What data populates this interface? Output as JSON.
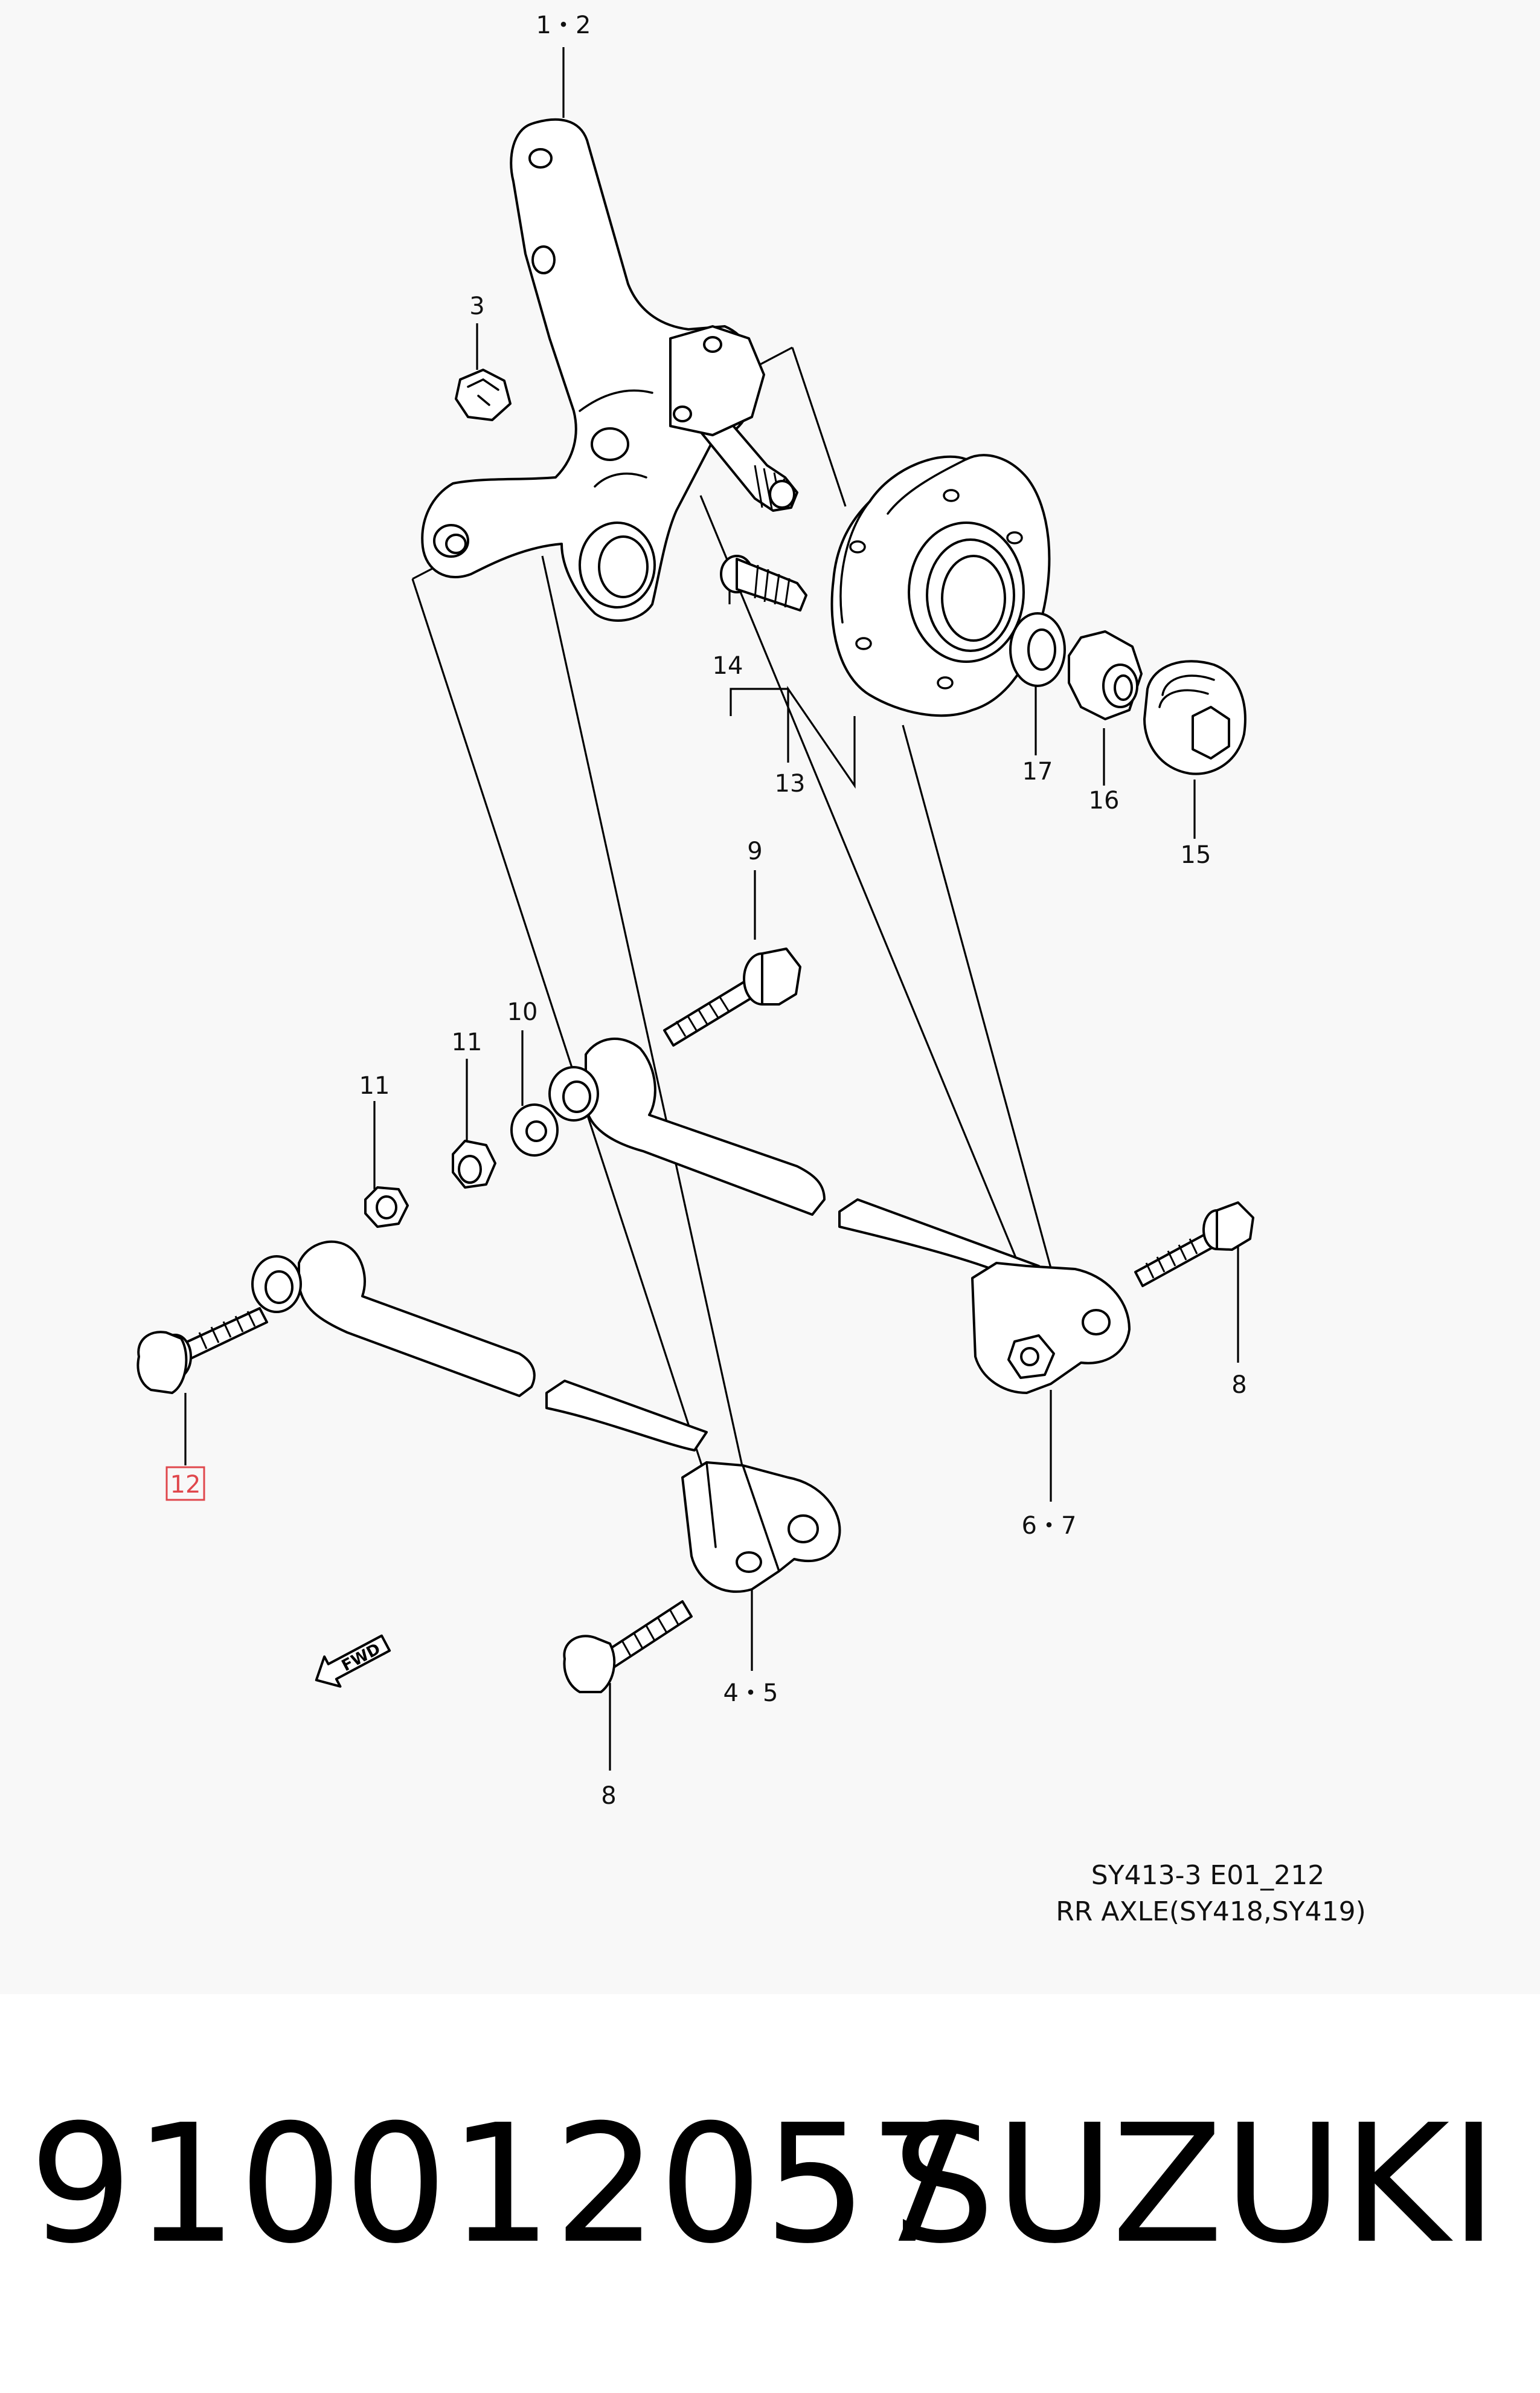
{
  "diagram": {
    "callouts": {
      "c1_2": "1・2",
      "c3": "3",
      "c14": "14",
      "c13": "13",
      "c17": "17",
      "c16": "16",
      "c15": "15",
      "c9": "9",
      "c10": "10",
      "c11a": "11",
      "c11b": "11",
      "c12": "12",
      "c8a": "8",
      "c6_7": "6・7",
      "c4_5": "4・5",
      "c8b": "8"
    },
    "highlighted_callout_color": "#e0474c",
    "fwd_label": "FWD",
    "sheet_code": "SY413-3 E01_212",
    "sheet_title": "RR AXLE(SY418,SY419)",
    "icons": [
      "fwd-arrow-icon"
    ]
  },
  "footer": {
    "part_number": "910012057",
    "brand": "SUZUKI"
  }
}
